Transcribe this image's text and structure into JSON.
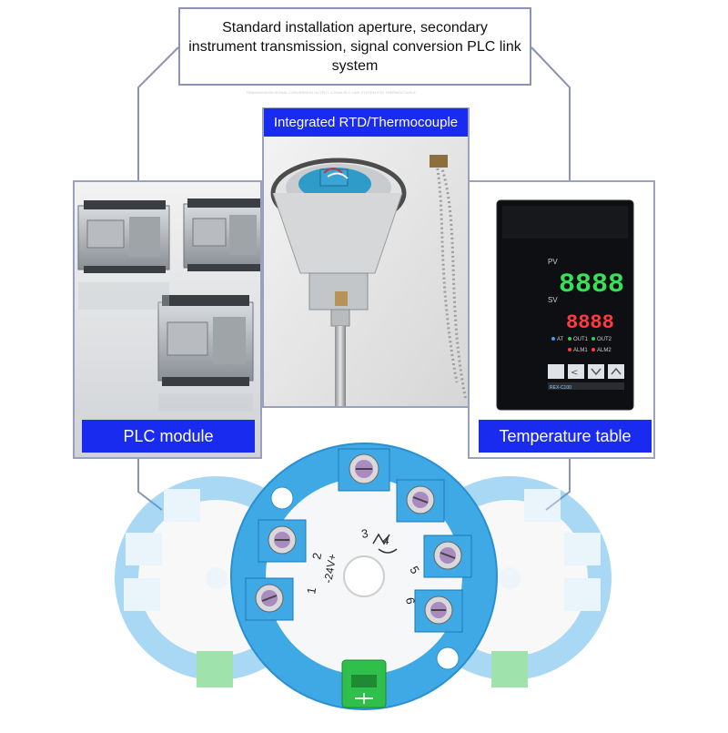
{
  "caption": {
    "text": "Standard installation aperture, secondary instrument transmission, signal conversion PLC link system",
    "fine_print": "TRANSMISSION SIGNAL CONVERSION OUTPUT 4-20mA PLC LINK SYSTEM RTD THERMOCOUPLE"
  },
  "panels": {
    "plc": {
      "label": "PLC module"
    },
    "rtd": {
      "label": "Integrated RTD/Thermocouple"
    },
    "temperature": {
      "label": "Temperature table"
    }
  },
  "controller": {
    "pv_label": "PV",
    "sv_label": "SV",
    "pv_value": "8888",
    "sv_value": "8888",
    "indicators": [
      "AT",
      "OUT1",
      "OUT2",
      "ALM1",
      "ALM2"
    ]
  },
  "transmitter": {
    "terminal_numbers": [
      "1",
      "2",
      "3",
      "4",
      "5",
      "6"
    ],
    "power_label": "-24V+"
  },
  "colors": {
    "label_blue": "#1a2bf0",
    "border": "#9aa1bf",
    "transmitter_blue": "#3fa9e6",
    "usb_green": "#2fbf4a"
  }
}
